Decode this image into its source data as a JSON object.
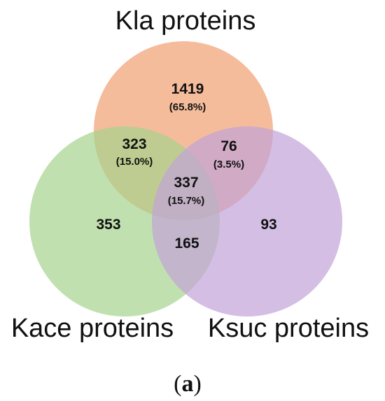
{
  "sets": [
    {
      "id": "kla",
      "label": "Kla proteins",
      "color": "#f2a679"
    },
    {
      "id": "kace",
      "label": "Kace proteins",
      "color": "#a6d38d"
    },
    {
      "id": "ksuc",
      "label": "Ksuc proteins",
      "color": "#c2a3d9"
    }
  ],
  "regions": {
    "kla_only": {
      "count": "1419",
      "percent": "(65.8%)"
    },
    "kla_kace": {
      "count": "323",
      "percent": "(15.0%)"
    },
    "kla_ksuc": {
      "count": "76",
      "percent": "(3.5%)"
    },
    "all_three": {
      "count": "337",
      "percent": "(15.7%)"
    },
    "kace_only": {
      "count": "353"
    },
    "ksuc_only": {
      "count": "93"
    },
    "kace_ksuc": {
      "count": "165"
    }
  },
  "overlap_color": "#8c8c8c",
  "caption": {
    "open": "(",
    "letter": "a",
    "close": ")"
  }
}
